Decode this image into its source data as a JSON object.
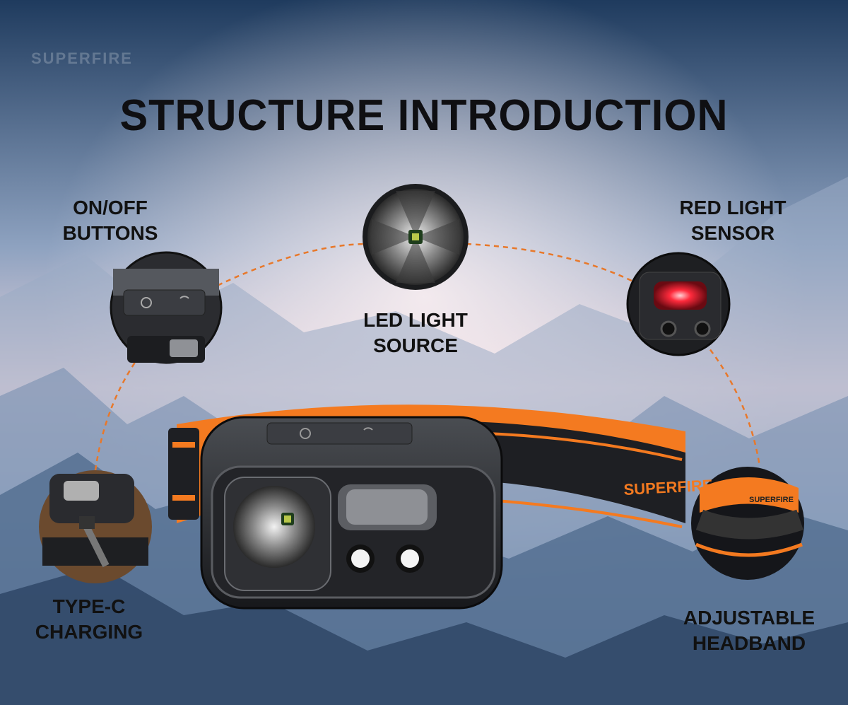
{
  "brand": "SUPERFIRE",
  "title": "STRUCTURE INTRODUCTION",
  "features": [
    {
      "line1": "ON/OFF",
      "line2": "BUTTONS"
    },
    {
      "line1": "LED LIGHT",
      "line2": "SOURCE"
    },
    {
      "line1": "RED LIGHT",
      "line2": "SENSOR"
    },
    {
      "line1": "TYPE-C",
      "line2": "CHARGING"
    },
    {
      "line1": "ADJUSTABLE",
      "line2": "HEADBAND"
    }
  ],
  "headband_text": "SUPERFIRE",
  "colors": {
    "accent": "#f47a20",
    "dash": "#e8782a",
    "red_sensor": "#ff2a3c",
    "sky_top": "#1e3a5f",
    "sky_glow": "#f3dfe6"
  }
}
